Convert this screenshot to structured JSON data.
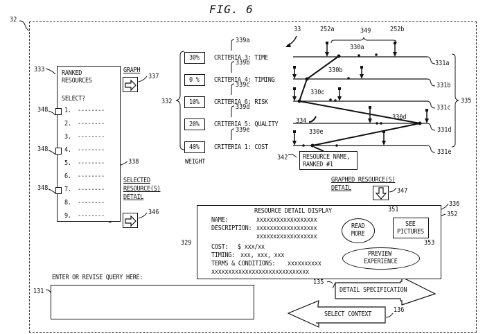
{
  "figure": {
    "title": "FIG. 6",
    "ref_screen": "32",
    "ref_graph": "33"
  },
  "ranked_panel": {
    "ref": "333",
    "title_line1": "RANKED",
    "title_line2": "RESOURCES",
    "select_label": "SELECT?",
    "checkbox_ref": "348",
    "list_ref": "338",
    "items": [
      {
        "num": "1.",
        "text": "--------",
        "checkbox": true
      },
      {
        "num": "2.",
        "text": "--------",
        "checkbox": false
      },
      {
        "num": "3.",
        "text": "--------",
        "checkbox": false
      },
      {
        "num": "4.",
        "text": "--------",
        "checkbox": true
      },
      {
        "num": "5.",
        "text": "--------",
        "checkbox": false
      },
      {
        "num": "6.",
        "text": "--------",
        "checkbox": false
      },
      {
        "num": "7.",
        "text": "--------",
        "checkbox": true
      },
      {
        "num": "8.",
        "text": "--------",
        "checkbox": false
      },
      {
        "num": "9.",
        "text": "--------",
        "checkbox": false
      }
    ]
  },
  "graph_button": {
    "label": "GRAPH",
    "ref": "337"
  },
  "selected_detail_button": {
    "line1": "SELECTED",
    "line2": "RESOURCE(S)",
    "line3": "DETAIL",
    "ref": "346"
  },
  "criteria": {
    "ref": "332",
    "weight_label": "WEIGHT",
    "rows": [
      {
        "weight": "30%",
        "label": "CRITERIA 3: TIME",
        "ref": "339a"
      },
      {
        "weight": "0 %",
        "label": "CRITERIA 4: TIMING",
        "ref": "339b"
      },
      {
        "weight": "10%",
        "label": "CRITERIA 6: RISK",
        "ref": "339c"
      },
      {
        "weight": "20%",
        "label": "CRITERIA 5: QUALITY",
        "ref": "339d"
      },
      {
        "weight": "40%",
        "label": "CRITERIA 1: COST",
        "ref": "339e"
      }
    ]
  },
  "graph": {
    "ref_group": "335",
    "ref_range": "349",
    "ref_slider_a": "252a",
    "ref_slider_b": "252b",
    "ref_path": "334",
    "lines": [
      {
        "ref": "331a",
        "point_ref": "330a"
      },
      {
        "ref": "331b",
        "point_ref": "330b"
      },
      {
        "ref": "331c",
        "point_ref": "330c"
      },
      {
        "ref": "331d",
        "point_ref": "330d"
      },
      {
        "ref": "331e",
        "point_ref": "330e"
      }
    ],
    "tooltip": {
      "ref": "342",
      "line1": "RESOURCE NAME,",
      "line2": "RANKED #1"
    }
  },
  "graphed_detail_button": {
    "line1": "GRAPHED RESOURCE(S)",
    "line2": "DETAIL",
    "ref": "347"
  },
  "detail_display": {
    "ref_panel": "336",
    "ref_fields": "329",
    "title": "RESOURCE DETAIL DISPLAY",
    "name_label": "NAME:",
    "name_value": "xxxxxxxxxxxxxxxxxx",
    "description_label": "DESCRIPTION:",
    "description_value1": "xxxxxxxxxxxxxxxxxx",
    "description_value2": "xxxxxxxxxxxxxxxxxx",
    "cost_label": "COST:",
    "cost_value": "$ xxx/xx",
    "timing_label": "TIMING:",
    "timing_value": "xxx, xxx, xxx",
    "terms_label": "TERMS & CONDITIONS:",
    "terms_value": "xxxxxxxxxx",
    "terms_value2": "xxxxxxxxxxxxxxxxxxxxxxxxxxxxx",
    "read_more": {
      "line1": "READ",
      "line2": "MORE",
      "ref": "351"
    },
    "see_pictures": {
      "line1": "SEE",
      "line2": "PICTURES",
      "ref": "352"
    },
    "preview": {
      "line1": "PREVIEW",
      "line2": "EXPERIENCE",
      "ref": "353"
    }
  },
  "query": {
    "label": "ENTER OR REVISE QUERY HERE:",
    "ref": "131",
    "value": ""
  },
  "nav": {
    "detail_spec": {
      "label": "DETAIL SPECIFICATION",
      "ref": "135"
    },
    "select_context": {
      "label": "SELECT CONTEXT",
      "ref": "136"
    }
  }
}
